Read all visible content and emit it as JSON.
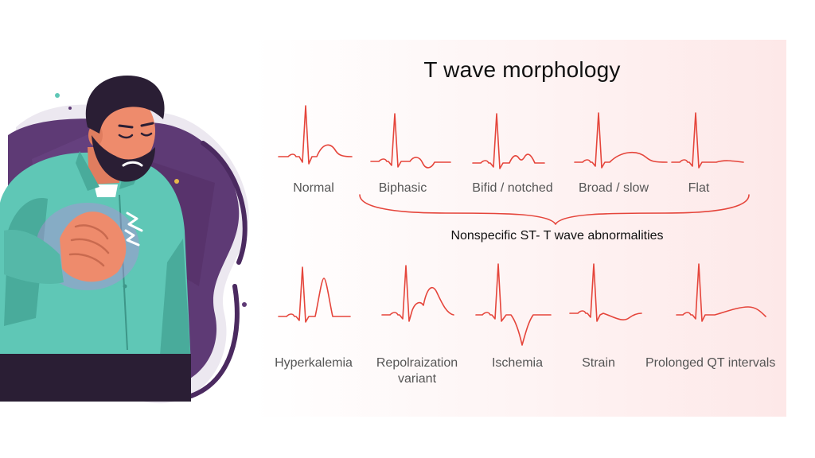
{
  "title": "T wave morphology",
  "group_label": "Nonspecific ST- T wave abnormalities",
  "top_row": [
    "Normal",
    "Biphasic",
    "Bifid / notched",
    "Broad / slow",
    "Flat"
  ],
  "bottom_row": [
    "Hyperkalemia",
    "Repolraization\nvariant",
    "Ischemia",
    "Strain",
    "Prolonged QT intervals"
  ],
  "colors": {
    "ecg": "#e5453b",
    "illustration_bg": "#5e3a75",
    "shirt": "#5fc7b6",
    "skin": "#ee8b6c",
    "hair": "#2a1e34"
  },
  "icons": [
    "person-clutching-chest-illustration",
    "pain-lightning-icon",
    "curly-brace"
  ]
}
